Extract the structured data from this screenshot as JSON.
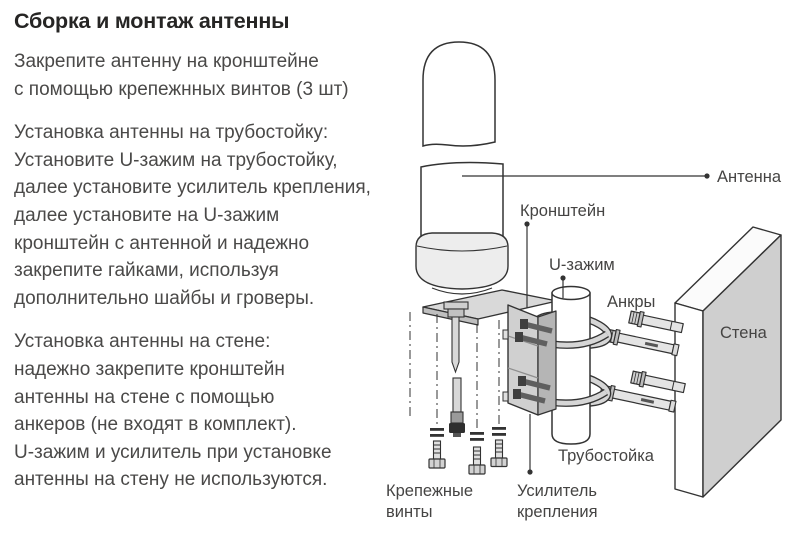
{
  "title": "Сборка и монтаж антенны",
  "instructions": {
    "p1": "Закрепите антенну на кронштейне\nс помощью крепежнных винтов (3 шт)",
    "p2": "Установка антенны на трубостойку:\nУстановите U-зажим на  трубостойку,\nдалее установите усилитель крепления,\nдалее  установите на U-зажим\nкронштейн с антенной и надежно\nзакрепите гайками,  используя\nдополнительно шайбы и гроверы.",
    "p3": "Установка антенны на стене:\nнадежно закрепите кронштейн\nантенны на стене с помощью\nанкеров (не входят в комплект).\nU-зажим и усилитель при установке\nантенны на стену не используются."
  },
  "diagram": {
    "labels": {
      "antenna": "Антенна",
      "bracket": "Кронштейн",
      "u_clamp": "U-зажим",
      "anchors": "Анкры",
      "wall": "Стена",
      "pole": "Трубостойка",
      "screws_line1": "Крепежные",
      "screws_line2": "винты",
      "reinforcement_line1": "Усилитель",
      "reinforcement_line2": "крепления"
    },
    "colors": {
      "outline": "#333333",
      "label_text": "#454443",
      "body_text": "#4a4948",
      "title_text": "#262524",
      "wall_fill": "#cfcfcf",
      "bracket_fill": "#d9d9d9",
      "collar_fill": "#ededed",
      "hardware_dark": "#5f5f5f",
      "background": "#ffffff"
    }
  }
}
